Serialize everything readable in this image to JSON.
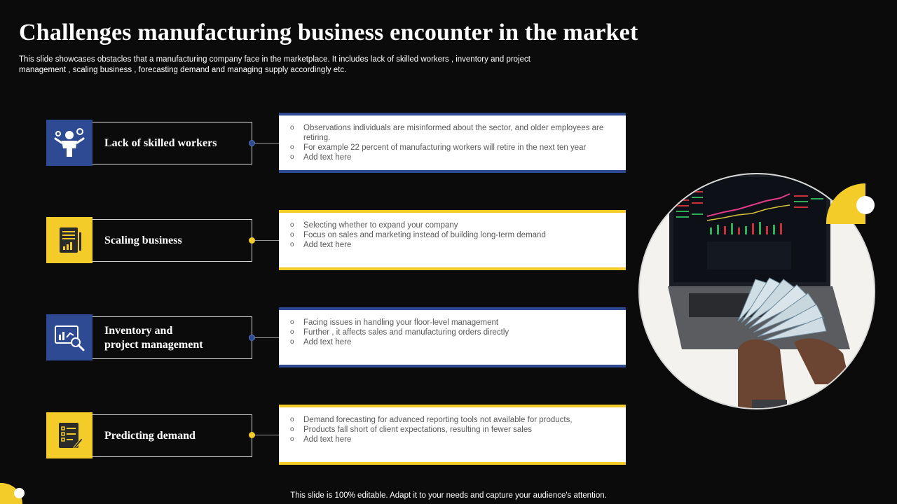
{
  "title": "Challenges manufacturing business encounter in the market",
  "subtitle": "This slide showcases obstacles that a manufacturing company face in the marketplace. It includes lack of  skilled workers , inventory and project management , scaling business , forecasting demand and managing supply accordingly etc.",
  "items": [
    {
      "label": "Lack of skilled workers",
      "icon": "worker-gears-icon",
      "accent": "#2d4a92",
      "bullets": [
        "Observations individuals are misinformed about the sector, and older employees are retiring.",
        "For example 22 percent of manufacturing workers will retire in the next ten year",
        "Add text here"
      ]
    },
    {
      "label": "Scaling business",
      "icon": "report-chart-icon",
      "accent": "#f3cc2a",
      "bullets": [
        "Selecting whether to expand your company",
        "Focus on sales and marketing instead of building long-term demand",
        "Add text here"
      ]
    },
    {
      "label": "Inventory and\nproject management",
      "icon": "dashboard-search-icon",
      "accent": "#2d4a92",
      "bullets": [
        "Facing issues in handling your floor-level management",
        "Further ,  it affects  sales and manufacturing orders directly",
        "Add text here"
      ]
    },
    {
      "label": "Predicting demand",
      "icon": "checklist-pen-icon",
      "accent": "#f3cc2a",
      "bullets": [
        "Demand forecasting for advanced reporting tools  not  available for products,",
        "Products fall short of client expectations, resulting in fewer sales",
        "Add text here"
      ]
    }
  ],
  "bullet_marker": "o",
  "photo_icon": "laptop-trading-cash-photo",
  "footer": "This slide is 100% editable. Adapt it to your needs and capture your audience's attention."
}
